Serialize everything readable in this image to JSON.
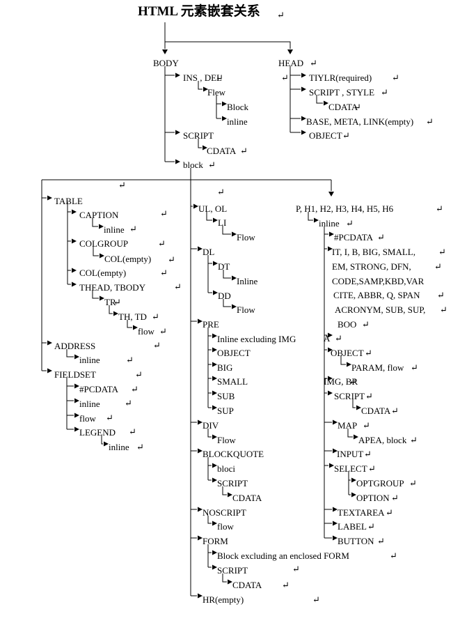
{
  "title": "HTML 元素嵌套关系",
  "nodes": [
    {
      "id": "body",
      "text": "BODY"
    },
    {
      "id": "head",
      "text": "HEAD"
    },
    {
      "id": "ins",
      "text": "INS , DEL"
    },
    {
      "id": "flew",
      "text": "Flew"
    },
    {
      "id": "ins-block",
      "text": "Block"
    },
    {
      "id": "ins-inline",
      "text": "inline"
    },
    {
      "id": "body-script",
      "text": "SCRIPT"
    },
    {
      "id": "body-script-cdata",
      "text": "CDATA"
    },
    {
      "id": "block",
      "text": "block"
    },
    {
      "id": "tiylr",
      "text": "TIYLR(required)"
    },
    {
      "id": "head-script",
      "text": "SCRIPT , STYLE"
    },
    {
      "id": "head-cdata",
      "text": "CDATA"
    },
    {
      "id": "base",
      "text": "BASE, META, LINK(empty)"
    },
    {
      "id": "head-object",
      "text": "OBJECT"
    },
    {
      "id": "table",
      "text": "TABLE"
    },
    {
      "id": "caption",
      "text": "CAPTION"
    },
    {
      "id": "caption-inline",
      "text": "inline"
    },
    {
      "id": "colgroup",
      "text": "COLGROUP"
    },
    {
      "id": "colgroup-col",
      "text": "COL(empty)"
    },
    {
      "id": "col",
      "text": "COL(empty)"
    },
    {
      "id": "thead",
      "text": "THEAD, TBODY"
    },
    {
      "id": "tr",
      "text": "TR"
    },
    {
      "id": "thtd",
      "text": "TH, TD"
    },
    {
      "id": "thtd-flow",
      "text": "flow"
    },
    {
      "id": "address",
      "text": "ADDRESS"
    },
    {
      "id": "address-inline",
      "text": "inline"
    },
    {
      "id": "fieldset",
      "text": "FIELDSET"
    },
    {
      "id": "fs-pcdata",
      "text": "#PCDATA"
    },
    {
      "id": "fs-inline",
      "text": "inline"
    },
    {
      "id": "fs-flow",
      "text": "flow"
    },
    {
      "id": "legend",
      "text": "LEGEND"
    },
    {
      "id": "legend-inline",
      "text": "inline"
    },
    {
      "id": "ulol",
      "text": "UL, OL"
    },
    {
      "id": "li",
      "text": "LI"
    },
    {
      "id": "li-flow",
      "text": "Flow"
    },
    {
      "id": "dl",
      "text": "DL"
    },
    {
      "id": "dt",
      "text": "DT"
    },
    {
      "id": "dt-inline",
      "text": "Inline"
    },
    {
      "id": "dd",
      "text": "DD"
    },
    {
      "id": "dd-flow",
      "text": "Flow"
    },
    {
      "id": "pre",
      "text": "PRE"
    },
    {
      "id": "pre-inline",
      "text": "Inline excluding IMG"
    },
    {
      "id": "pre-object",
      "text": "OBJECT"
    },
    {
      "id": "pre-big",
      "text": "BIG"
    },
    {
      "id": "pre-small",
      "text": "SMALL"
    },
    {
      "id": "pre-sub",
      "text": "SUB"
    },
    {
      "id": "pre-sup",
      "text": "SUP"
    },
    {
      "id": "div",
      "text": "DIV"
    },
    {
      "id": "div-flow",
      "text": "Flow"
    },
    {
      "id": "bq",
      "text": "BLOCKQUOTE"
    },
    {
      "id": "bq-bloci",
      "text": "bloci"
    },
    {
      "id": "bq-script",
      "text": "SCRIPT"
    },
    {
      "id": "bq-cdata",
      "text": "CDATA"
    },
    {
      "id": "noscript",
      "text": "NOSCRIPT"
    },
    {
      "id": "noscript-flow",
      "text": "flow"
    },
    {
      "id": "form",
      "text": "FORM"
    },
    {
      "id": "form-block",
      "text": "Block excluding an enclosed FORM"
    },
    {
      "id": "form-script",
      "text": "SCRIPT"
    },
    {
      "id": "form-cdata",
      "text": "CDATA"
    },
    {
      "id": "hr",
      "text": "HR(empty)"
    },
    {
      "id": "p",
      "text": "P, H1, H2, H3, H4, H5, H6"
    },
    {
      "id": "p-inline",
      "text": "inline"
    },
    {
      "id": "pcdata",
      "text": "#PCDATA"
    },
    {
      "id": "it",
      "text": "IT, I, B, BIG, SMALL,"
    },
    {
      "id": "em",
      "text": "EM, STRONG, DFN,"
    },
    {
      "id": "code",
      "text": "CODE,SAMP,KBD,VAR"
    },
    {
      "id": "cite",
      "text": "CITE, ABBR, Q, SPAN"
    },
    {
      "id": "acronym",
      "text": "ACRONYM, SUB, SUP,"
    },
    {
      "id": "boo",
      "text": "BOO"
    },
    {
      "id": "a",
      "text": "A"
    },
    {
      "id": "p-object",
      "text": "OBJECT"
    },
    {
      "id": "param",
      "text": "PARAM, flow"
    },
    {
      "id": "img",
      "text": "IMG, BR"
    },
    {
      "id": "p-script",
      "text": "SCRIPT"
    },
    {
      "id": "p-cdata",
      "text": "CDATA"
    },
    {
      "id": "map",
      "text": "MAP"
    },
    {
      "id": "apea",
      "text": "APEA, block"
    },
    {
      "id": "input",
      "text": "INPUT"
    },
    {
      "id": "select",
      "text": "SELECT"
    },
    {
      "id": "optgroup",
      "text": "OPTGROUP"
    },
    {
      "id": "option",
      "text": "OPTION"
    },
    {
      "id": "textarea",
      "text": "TEXTAREA"
    },
    {
      "id": "label",
      "text": "LABEL"
    },
    {
      "id": "button",
      "text": "BUTTON"
    }
  ]
}
